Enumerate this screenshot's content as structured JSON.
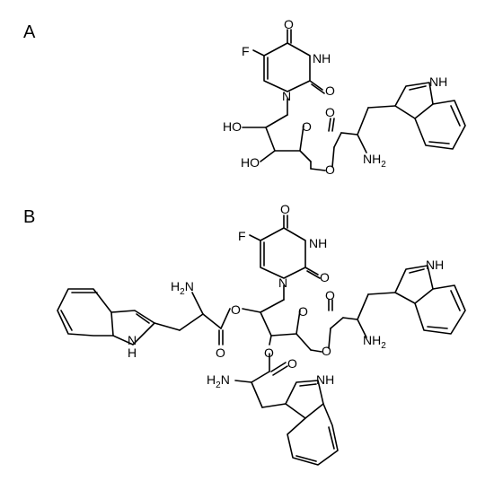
{
  "panels": [
    {
      "label": "A",
      "atoms": {
        "fluorine": "F",
        "oxo_top": "O",
        "imide_nh": "NH",
        "oxo_carbonyl": "O",
        "ring_n": "N",
        "hydroxyl_1": "HO",
        "hydroxyl_2": "HO",
        "sugar_ring_o": "O",
        "ester_carbonyl_o": "O",
        "ester_link_o": "O",
        "amine": "NH",
        "amine_subscript": "2",
        "indole_nh": "NH"
      }
    },
    {
      "label": "B",
      "atoms": {
        "oxo_top": "O",
        "imide_nh": "NH",
        "fluorine": "F",
        "oxo_carbonyl": "O",
        "ring_n": "N",
        "sugar_ring_o": "O",
        "left_ester_o": "O",
        "left_carbonyl_o": "O",
        "left_amine": "H",
        "left_amine_subscript": "2",
        "left_amine_n": "N",
        "left_indole_nh": "N",
        "left_indole_h": "H",
        "right_ester_o": "O",
        "right_carbonyl_o": "O",
        "right_amine": "NH",
        "right_amine_subscript": "2",
        "right_indole_nh": "NH",
        "lower_ester_o": "O",
        "lower_carbonyl_o": "O",
        "lower_amine": "H",
        "lower_amine_subscript": "2",
        "lower_amine_n": "N",
        "lower_indole_nh": "NH"
      }
    }
  ]
}
